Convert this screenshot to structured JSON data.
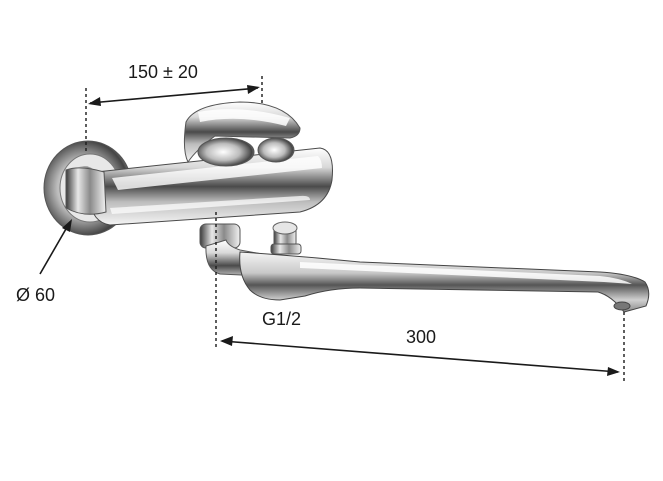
{
  "dimensions": {
    "handle_reach": "150 ± 20",
    "flange_diameter": "Ø 60",
    "thread": "G1/2",
    "spout_length": "300"
  },
  "colors": {
    "chrome_dark": "#3a3a3a",
    "chrome_mid": "#9a9a9a",
    "chrome_light": "#f2f2f2",
    "line": "#1a1a1a"
  }
}
